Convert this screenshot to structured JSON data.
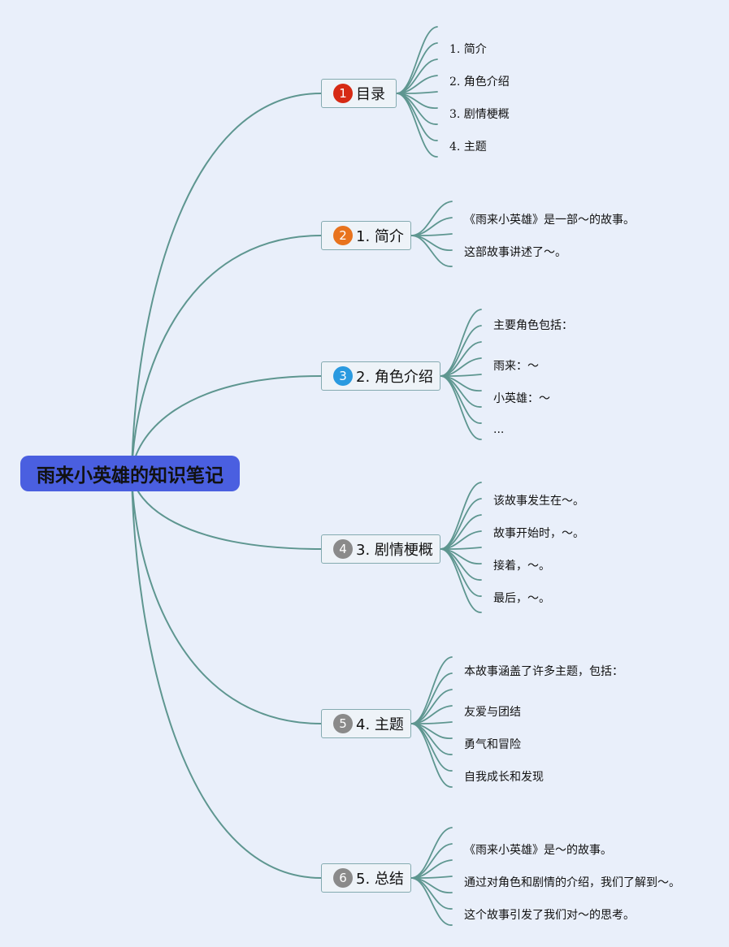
{
  "root": {
    "title": "雨来小英雄的知识笔记"
  },
  "colors": {
    "background": "#e9effa",
    "root_fill": "#4a5fe0",
    "link": "#5e9690",
    "node_border": "#84aab0"
  },
  "branches": [
    {
      "id": "toc",
      "badge": "1",
      "badge_color": "#d62a14",
      "label": "目录",
      "leaves": [
        "1. 简介",
        "2. 角色介绍",
        "3. 剧情梗概",
        "4. 主题"
      ]
    },
    {
      "id": "intro",
      "badge": "2",
      "badge_color": "#e8731e",
      "label": "1. 简介",
      "leaves": [
        "《雨来小英雄》是一部～的故事。",
        "这部故事讲述了～。"
      ]
    },
    {
      "id": "characters",
      "badge": "3",
      "badge_color": "#2a9ae0",
      "label": "2. 角色介绍",
      "leaves": [
        "主要角色包括：",
        "雨来：～",
        "小英雄：～",
        "..."
      ]
    },
    {
      "id": "plot",
      "badge": "4",
      "badge_color": "#8a8a8a",
      "label": "3. 剧情梗概",
      "leaves": [
        "该故事发生在～。",
        "故事开始时，～。",
        "接着，～。",
        "最后，～。"
      ]
    },
    {
      "id": "theme",
      "badge": "5",
      "badge_color": "#8a8a8a",
      "label": "4. 主题",
      "leaves": [
        "本故事涵盖了许多主题，包括：",
        "友爱与团结",
        "勇气和冒险",
        "自我成长和发现"
      ]
    },
    {
      "id": "summary",
      "badge": "6",
      "badge_color": "#8a8a8a",
      "label": "5. 总结",
      "leaves": [
        "《雨来小英雄》是～的故事。",
        "通过对角色和剧情的介绍，我们了解到～。",
        "这个故事引发了我们对～的思考。"
      ]
    }
  ]
}
